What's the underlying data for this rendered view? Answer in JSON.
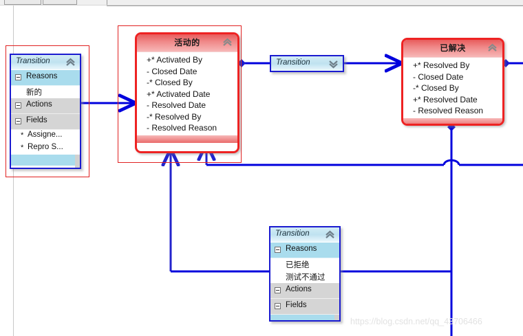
{
  "app": {
    "toolbar": {
      "button1": "",
      "button2": ""
    },
    "watermark": "https://blog.csdn.net/qq_43706466",
    "colors": {
      "state_border": "#ee2222",
      "state_header": "#ef8a8a",
      "transition_border": "#1a1ad0",
      "transition_header": "#bfe2f0",
      "connector": "#0000dd",
      "selection": "#e02020",
      "group_row": "#a9dced",
      "group_row_alt": "#d5d5d5"
    }
  },
  "states": [
    {
      "id": "active",
      "title": "活动的",
      "collapse_icon": "chevron-up-icon",
      "fields": [
        "+* Activated By",
        "- Closed Date",
        "-* Closed By",
        "+* Activated Date",
        "- Resolved Date",
        "-* Resolved By",
        "- Resolved Reason"
      ]
    },
    {
      "id": "resolved",
      "title": "已解决",
      "collapse_icon": "chevron-up-icon",
      "fields": [
        "+* Resolved By",
        "- Closed Date",
        "-* Closed By",
        "+* Resolved Date",
        "- Resolved Reason"
      ]
    }
  ],
  "transitions": [
    {
      "id": "left",
      "title": "Transition",
      "collapse_icon": "chevron-up-icon",
      "groups": [
        {
          "label": "Reasons",
          "expander": "minus-icon",
          "style": "teal",
          "items": [
            {
              "text": "新的",
              "bullet": ""
            }
          ]
        },
        {
          "label": "Actions",
          "expander": "minus-icon",
          "style": "grey",
          "items": []
        },
        {
          "label": "Fields",
          "expander": "minus-icon",
          "style": "grey",
          "items": [
            {
              "text": "Assigne...",
              "bullet": "*"
            },
            {
              "text": "Repro S...",
              "bullet": "*"
            }
          ]
        }
      ]
    },
    {
      "id": "mid",
      "title": "Transition",
      "collapse_icon": "chevron-down-icon",
      "groups": []
    },
    {
      "id": "bottom",
      "title": "Transition",
      "collapse_icon": "chevron-up-icon",
      "groups": [
        {
          "label": "Reasons",
          "expander": "minus-icon",
          "style": "teal",
          "items": [
            {
              "text": "已拒绝",
              "bullet": ""
            },
            {
              "text": "测试不通过",
              "bullet": ""
            }
          ]
        },
        {
          "label": "Actions",
          "expander": "minus-icon",
          "style": "grey",
          "items": []
        },
        {
          "label": "Fields",
          "expander": "minus-icon",
          "style": "grey",
          "items": []
        }
      ]
    }
  ],
  "connectors": [
    {
      "name": "left-transition-to-active",
      "kind": "arrow-right"
    },
    {
      "name": "active-to-mid-transition",
      "kind": "line"
    },
    {
      "name": "mid-transition-to-resolved",
      "kind": "arrow-right"
    },
    {
      "name": "resolved-to-active-lower",
      "kind": "arrow-up"
    },
    {
      "name": "bottom-transition-to-active",
      "kind": "arrow-up"
    },
    {
      "name": "resolved-right-exit",
      "kind": "line"
    }
  ]
}
